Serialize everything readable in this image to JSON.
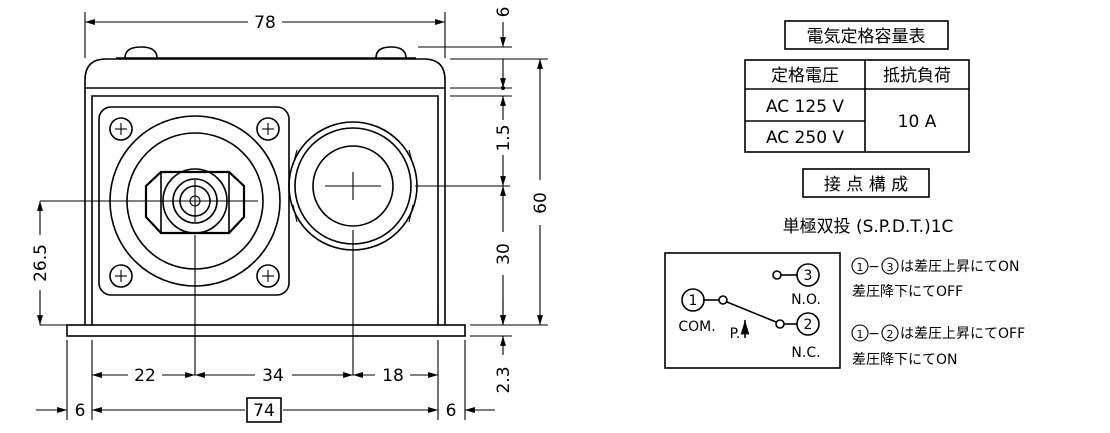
{
  "dimensions": {
    "d78": "78",
    "d6_top": "6",
    "d1_5": "1.5",
    "d60": "60",
    "d30": "30",
    "d26_5": "26.5",
    "d2_3": "2.3",
    "d22": "22",
    "d34": "34",
    "d18": "18",
    "d6_left": "6",
    "d74": "74",
    "d6_right": "6"
  },
  "rating_table": {
    "title": "電気定格容量表",
    "col_voltage": "定格電圧",
    "col_load": "抵抗負荷",
    "row1_voltage": "AC 125 V",
    "row2_voltage": "AC 250 V",
    "load_value": "10 A"
  },
  "contact": {
    "title": "接 点 構 成",
    "type": "単極双投 (S.P.D.T.)1C",
    "term1": "1",
    "term2": "2",
    "term3": "3",
    "com_label": "COM.",
    "no_label": "N.O.",
    "nc_label": "N.C.",
    "p_label": "P.",
    "desc_on_prefix": "−",
    "desc_on_text": "は差圧上昇にてON",
    "desc_on_text2": "差圧降下にてOFF",
    "desc_off_prefix": "−",
    "desc_off_text": "は差圧上昇にてOFF",
    "desc_off_text2": "差圧降下にてON"
  }
}
